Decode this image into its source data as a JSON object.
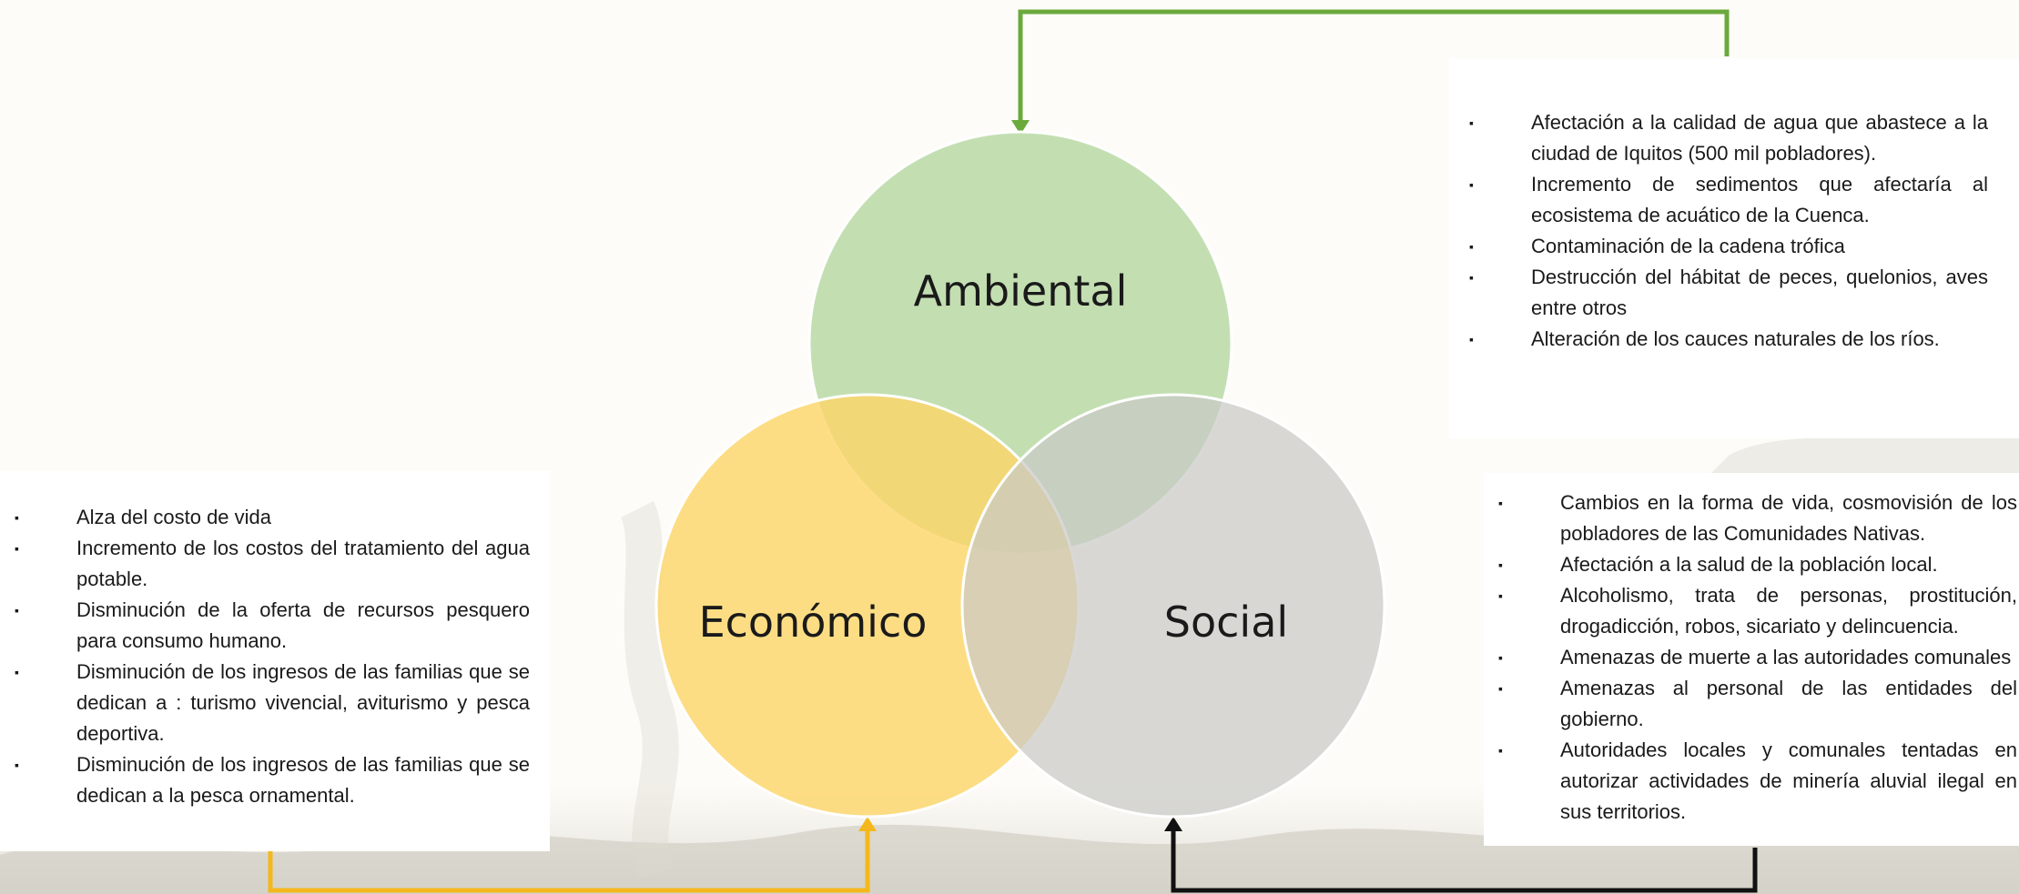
{
  "colors": {
    "background": "#fdfcf8",
    "ambiental_circle": "#bcdcaa",
    "economico_circle": "#fcd56a",
    "social_circle": "#c9c9c6",
    "arrow_green": "#6aaa3c",
    "arrow_yellow": "#f4b81c",
    "arrow_black": "#111111"
  },
  "venn": {
    "ambiental_label": "Ambiental",
    "economico_label": "Económico",
    "social_label": "Social"
  },
  "ambiental": {
    "items": [
      "Afectación a la calidad de agua que abastece a la ciudad de Iquitos (500 mil pobladores).",
      "Incremento de sedimentos que afectaría al ecosistema de acuático de la Cuenca.",
      "Contaminación de la cadena trófica",
      "Destrucción del hábitat de peces, quelonios, aves entre otros",
      "Alteración de los cauces naturales de los ríos."
    ]
  },
  "economico": {
    "items": [
      "Alza del costo de vida",
      "Incremento de los costos del tratamiento del agua potable.",
      "Disminución de la oferta de recursos pesquero para consumo humano.",
      "Disminución de los ingresos de las familias que se dedican a : turismo vivencial, aviturismo y pesca deportiva.",
      "Disminución de los ingresos de las familias que se dedican a la pesca ornamental."
    ]
  },
  "social": {
    "items": [
      "Cambios en la forma de vida, cosmovisión de los pobladores de las Comunidades Nativas.",
      "Afectación a la salud de la población local.",
      "Alcoholismo, trata de personas, prostitución, drogadicción, robos, sicariato y delincuencia.",
      "Amenazas de muerte a las autoridades comunales",
      "Amenazas al personal de las entidades del gobierno.",
      "Autoridades locales y comunales tentadas en autorizar actividades de minería aluvial ilegal en sus territorios."
    ]
  },
  "bullet_glyph": "▪"
}
